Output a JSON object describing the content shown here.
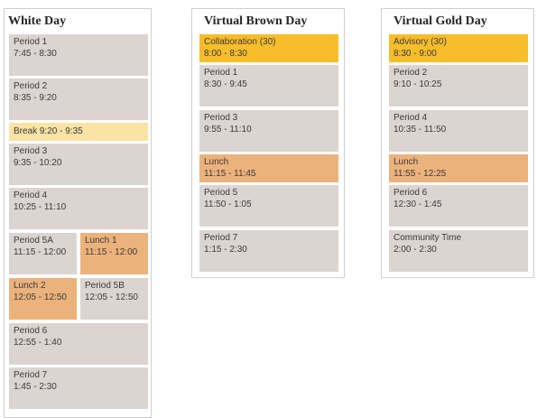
{
  "colors": {
    "period": "#dcd4d1",
    "lunch": "#ecb27c",
    "highlight": "#f8bd2b",
    "break": "#fbe3a5"
  },
  "white_day": {
    "title": "White Day",
    "blocks": [
      {
        "label": "Period 1",
        "time": "7:45 - 8:30",
        "kind": "period"
      },
      {
        "label": "Period 2",
        "time": "8:35 - 9:20",
        "kind": "period"
      },
      {
        "label": "Break 9:20 - 9:35",
        "time": "",
        "kind": "break"
      },
      {
        "label": "Period 3",
        "time": "9:35 - 10:20",
        "kind": "period"
      },
      {
        "label": "Period 4",
        "time": "10:25 - 11:10",
        "kind": "period"
      },
      {
        "label": "Period 5A",
        "time": "11:15 - 12:00",
        "kind": "period"
      },
      {
        "label": "Lunch 1",
        "time": "11:15 - 12:00",
        "kind": "lunch"
      },
      {
        "label": "Lunch 2",
        "time": "12:05 - 12:50",
        "kind": "lunch"
      },
      {
        "label": "Period 5B",
        "time": "12:05 - 12:50",
        "kind": "period"
      },
      {
        "label": "Period 6",
        "time": "12:55 - 1:40",
        "kind": "period"
      },
      {
        "label": "Period 7",
        "time": "1:45 - 2:30",
        "kind": "period"
      }
    ]
  },
  "virtual_brown_day": {
    "title": "Virtual Brown Day",
    "blocks": [
      {
        "label": "Collaboration (30)",
        "time": "8:00 - 8:30",
        "kind": "highlight"
      },
      {
        "label": "Period 1",
        "time": "8:30 - 9:45",
        "kind": "period"
      },
      {
        "label": "Period 3",
        "time": "9:55 - 11:10",
        "kind": "period"
      },
      {
        "label": "Lunch",
        "time": "11:15 - 11:45",
        "kind": "lunch"
      },
      {
        "label": "Period 5",
        "time": "11:50 - 1:05",
        "kind": "period"
      },
      {
        "label": "Period 7",
        "time": "1:15 - 2:30",
        "kind": "period"
      }
    ]
  },
  "virtual_gold_day": {
    "title": "Virtual Gold Day",
    "blocks": [
      {
        "label": "Advisory (30)",
        "time": "8:30 - 9:00",
        "kind": "highlight"
      },
      {
        "label": "Period 2",
        "time": "9:10 - 10:25",
        "kind": "period"
      },
      {
        "label": "Period 4",
        "time": "10:35 - 11:50",
        "kind": "period"
      },
      {
        "label": "Lunch",
        "time": "11:55 - 12:25",
        "kind": "lunch"
      },
      {
        "label": "Period 6",
        "time": "12:30 - 1:45",
        "kind": "period"
      },
      {
        "label": "Community Time",
        "time": "2:00 - 2:30",
        "kind": "period"
      }
    ]
  }
}
